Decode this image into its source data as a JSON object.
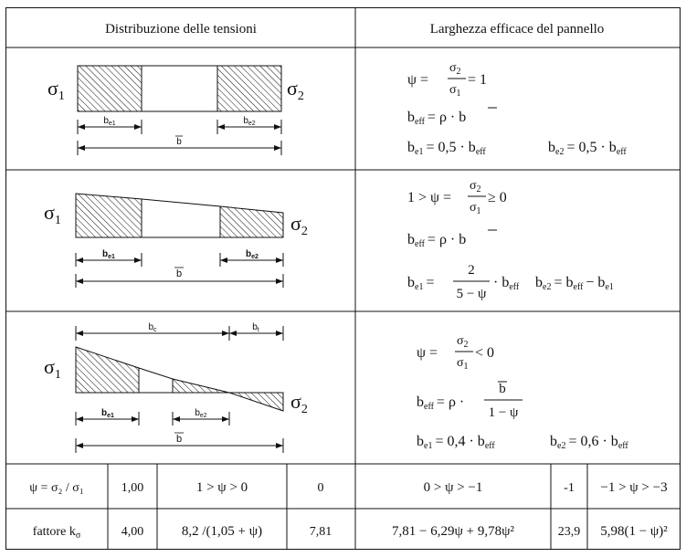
{
  "header": {
    "left": "Distribuzione delle tensioni",
    "right": "Larghezza efficace del pannello"
  },
  "diagram_labels": {
    "sigma1": "σ",
    "sigma1_sub": "1",
    "sigma2": "σ",
    "sigma2_sub": "2",
    "be1": "b",
    "be1_sub": "e1",
    "be2": "b",
    "be2_sub": "e2",
    "bbar": "b",
    "bc": "b",
    "bc_sub": "c",
    "bt": "b",
    "bt_sub": "t"
  },
  "row1": {
    "psi_lhs": "ψ =",
    "frac_num": "σ",
    "frac_num_sub": "2",
    "frac_den": "σ",
    "frac_den_sub": "1",
    "psi_rhs": "= 1",
    "beff_lhs": "b",
    "beff_sub": "eff",
    "beff_rhs": "= ρ · b",
    "be1": "b",
    "be1_sub": "e1",
    "be1_rhs": "= 0,5 · b",
    "be1_rhs_sub": "eff",
    "be2": "b",
    "be2_sub": "e2",
    "be2_rhs": "= 0,5 · b",
    "be2_rhs_sub": "eff"
  },
  "row2": {
    "psi_lhs": "1 > ψ =",
    "frac_num": "σ",
    "frac_num_sub": "2",
    "frac_den": "σ",
    "frac_den_sub": "1",
    "psi_rhs": "≥ 0",
    "beff_lhs": "b",
    "beff_sub": "eff",
    "beff_rhs": "= ρ · b",
    "be1": "b",
    "be1_sub": "e1",
    "be1_eq": "=",
    "be1_frac_num": "2",
    "be1_frac_den": "5 − ψ",
    "be1_tail": "· b",
    "be1_tail_sub": "eff",
    "be2": "b",
    "be2_sub": "e2",
    "be2_rhs": "= b",
    "be2_rhs_sub": "eff",
    "be2_minus": "− b",
    "be2_minus_sub": "e1"
  },
  "row3": {
    "psi_lhs": "ψ =",
    "frac_num": "σ",
    "frac_num_sub": "2",
    "frac_den": "σ",
    "frac_den_sub": "1",
    "psi_rhs": "< 0",
    "beff_lhs": "b",
    "beff_sub": "eff",
    "beff_eq": "= ρ ·",
    "beff_frac_num": "b",
    "beff_frac_den": "1 − ψ",
    "be1": "b",
    "be1_sub": "e1",
    "be1_rhs": "= 0,4 · b",
    "be1_rhs_sub": "eff",
    "be2": "b",
    "be2_sub": "e2",
    "be2_rhs": "= 0,6 · b",
    "be2_rhs_sub": "eff"
  },
  "bottom": {
    "psi_row": [
      "ψ = σ₂ / σ₁",
      "1,00",
      "1 > ψ > 0",
      "0",
      "0 > ψ > −1",
      "-1",
      "−1 > ψ > −3"
    ],
    "k_label": "fattore k",
    "k_label_sub": "σ",
    "k_values": [
      "4,00",
      "8,2 /(1,05 + ψ)",
      "7,81",
      "7,81 − 6,29ψ + 9,78ψ²",
      "23,9",
      "5,98(1 − ψ)²"
    ]
  }
}
